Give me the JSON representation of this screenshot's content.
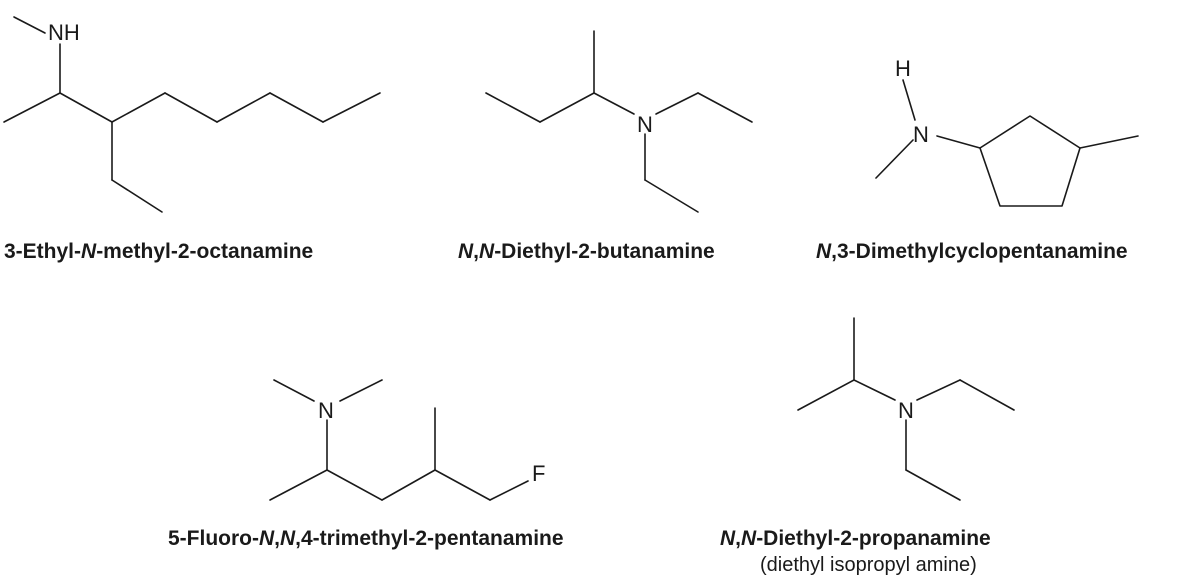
{
  "molecules": [
    {
      "name_parts": [
        {
          "t": "3-Ethyl-",
          "i": false
        },
        {
          "t": "N",
          "i": true
        },
        {
          "t": "-methyl-2-octanamine",
          "i": false
        }
      ],
      "atoms": [
        "NH"
      ]
    },
    {
      "name_parts": [
        {
          "t": "N",
          "i": true
        },
        {
          "t": ",",
          "i": false
        },
        {
          "t": "N",
          "i": true
        },
        {
          "t": "-Diethyl-2-butanamine",
          "i": false
        }
      ],
      "atoms": [
        "N"
      ]
    },
    {
      "name_parts": [
        {
          "t": "N",
          "i": true
        },
        {
          "t": ",3-Dimethylcyclopentanamine",
          "i": false
        }
      ],
      "atoms": [
        "H",
        "N"
      ]
    },
    {
      "name_parts": [
        {
          "t": "5-Fluoro-",
          "i": false
        },
        {
          "t": "N",
          "i": true
        },
        {
          "t": ",",
          "i": false
        },
        {
          "t": "N",
          "i": true
        },
        {
          "t": ",4-trimethyl-2-pentanamine",
          "i": false
        }
      ],
      "atoms": [
        "N",
        "F"
      ]
    },
    {
      "name_parts": [
        {
          "t": "N",
          "i": true
        },
        {
          "t": ",",
          "i": false
        },
        {
          "t": "N",
          "i": true
        },
        {
          "t": "-Diethyl-2-propanamine",
          "i": false
        }
      ],
      "subtitle": "(diethyl isopropyl amine)",
      "atoms": [
        "N"
      ]
    }
  ]
}
